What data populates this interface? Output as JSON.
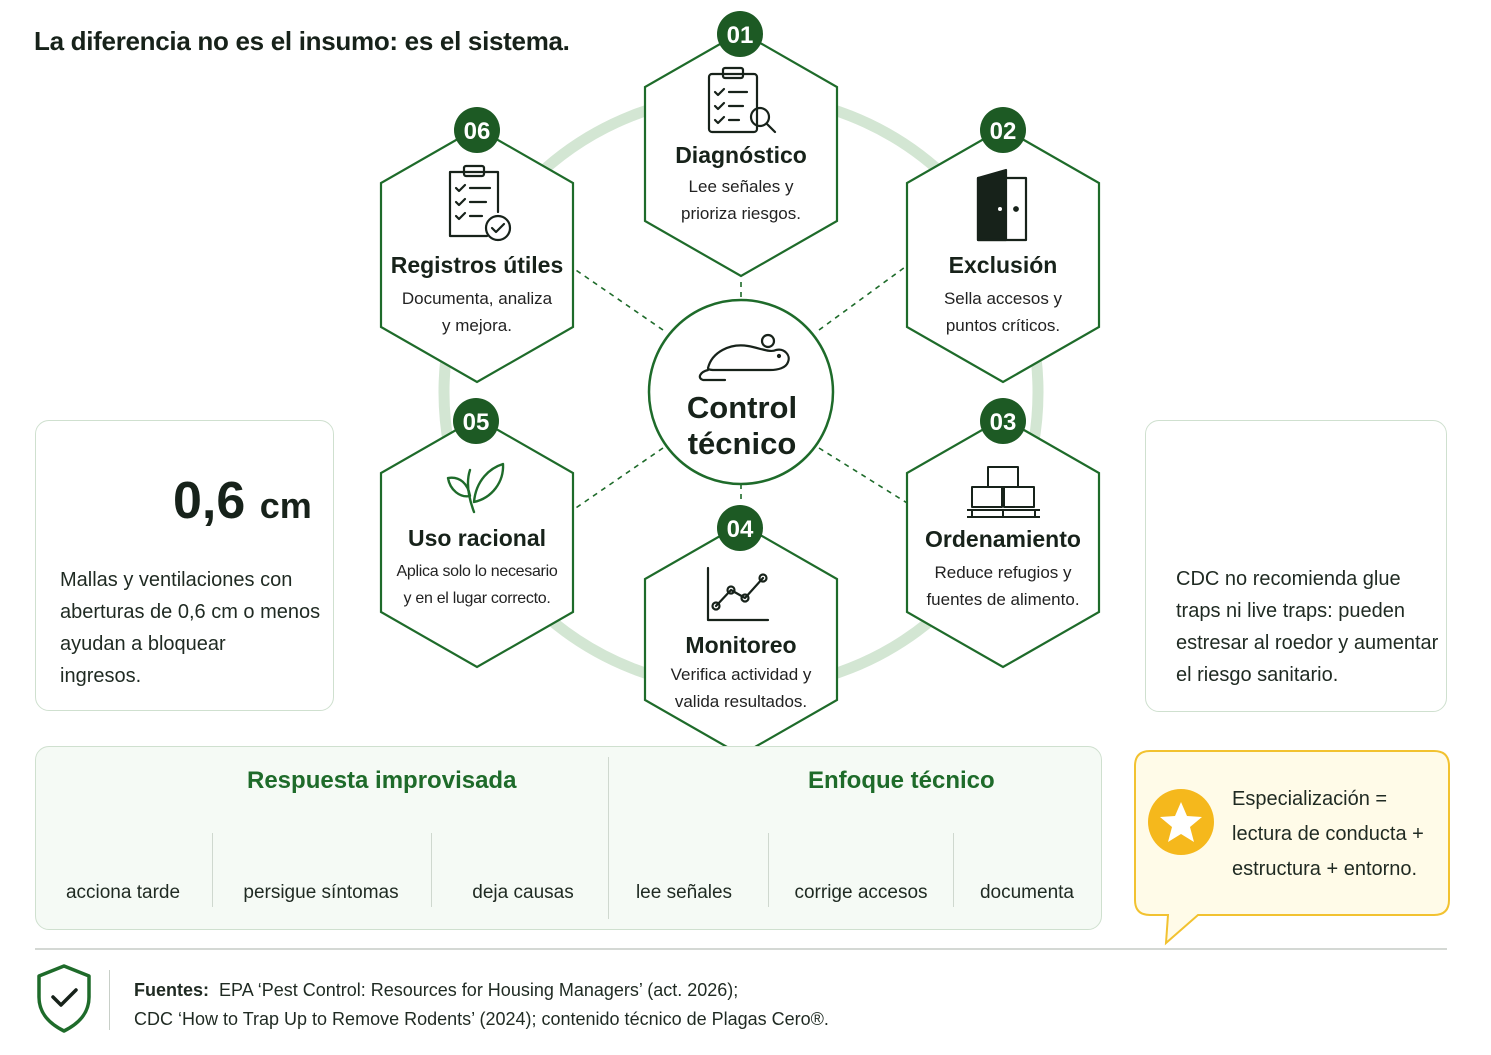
{
  "title": "La diferencia no es el insumo: es el sistema.",
  "center": {
    "line1": "Control",
    "line2": "técnico",
    "icon": "rat-icon"
  },
  "steps": [
    {
      "number": "01",
      "title": "Diagnóstico",
      "desc": [
        "Lee señales y",
        "prioriza riesgos."
      ],
      "icon": "clipboard-search-icon"
    },
    {
      "number": "02",
      "title": "Exclusión",
      "desc": [
        "Sella accesos y",
        "puntos críticos."
      ],
      "icon": "door-icon"
    },
    {
      "number": "03",
      "title": "Ordenamiento",
      "desc": [
        "Reduce refugios y",
        "fuentes de alimento."
      ],
      "icon": "boxes-icon"
    },
    {
      "number": "04",
      "title": "Monitoreo",
      "desc": [
        "Verifica actividad y",
        "valida resultados."
      ],
      "icon": "chart-line-icon"
    },
    {
      "number": "05",
      "title": "Uso racional",
      "desc": [
        "Aplica solo lo necesario",
        "y en el lugar correcto."
      ],
      "icon": "leaf-icon"
    },
    {
      "number": "06",
      "title": "Registros útiles",
      "desc": [
        "Documenta, analiza",
        "y mejora."
      ],
      "icon": "checklist-icon"
    }
  ],
  "left_card": {
    "value": "0,6",
    "unit": "cm",
    "text": [
      "Mallas y ventilaciones con",
      "aberturas de 0,6 cm o menos",
      "ayudan a bloquear",
      "ingresos."
    ],
    "icon": "mesh-grid-icon"
  },
  "right_card": {
    "text": [
      "CDC no recomienda glue",
      "traps ni live traps: pueden",
      "estresar al roedor y aumentar",
      "el riesgo sanitario."
    ],
    "icon": "no-rodent-icon"
  },
  "comparison": {
    "bad": {
      "title": "Respuesta improvisada",
      "icon": "x-circle-icon",
      "items": [
        {
          "label": "acciona tarde",
          "icon": "clock-icon"
        },
        {
          "label": "persigue síntomas",
          "icon": "target-icon"
        },
        {
          "label": "deja causas",
          "icon": "dashed-circle-icon"
        }
      ]
    },
    "good": {
      "title": "Enfoque técnico",
      "icon": "check-circle-icon",
      "items": [
        {
          "label": "lee señales",
          "icon": "eye-icon"
        },
        {
          "label": "corrige accesos",
          "icon": "door-icon"
        },
        {
          "label": "documenta",
          "icon": "clipboard-icon"
        }
      ]
    }
  },
  "callout": {
    "lines": [
      "Especialización =",
      "lectura de conducta +",
      "estructura + entorno."
    ],
    "icon": "star-icon"
  },
  "sources": {
    "label": "Fuentes:",
    "line1": "EPA ‘Pest Control: Resources for Housing Managers’ (act. 2026);",
    "line2": "CDC ‘How to Trap Up to Remove Rodents’ (2024); contenido técnico de Plagas Cero®.",
    "icon": "shield-check-icon"
  },
  "colors": {
    "primary": "#1e6b2a",
    "dark": "#17221a",
    "ring": "#cfe3cf",
    "card_border": "#cfe0cf",
    "callout_border": "#f2c230",
    "callout_bg": "#fffbe8",
    "star": "#f5b81c"
  }
}
